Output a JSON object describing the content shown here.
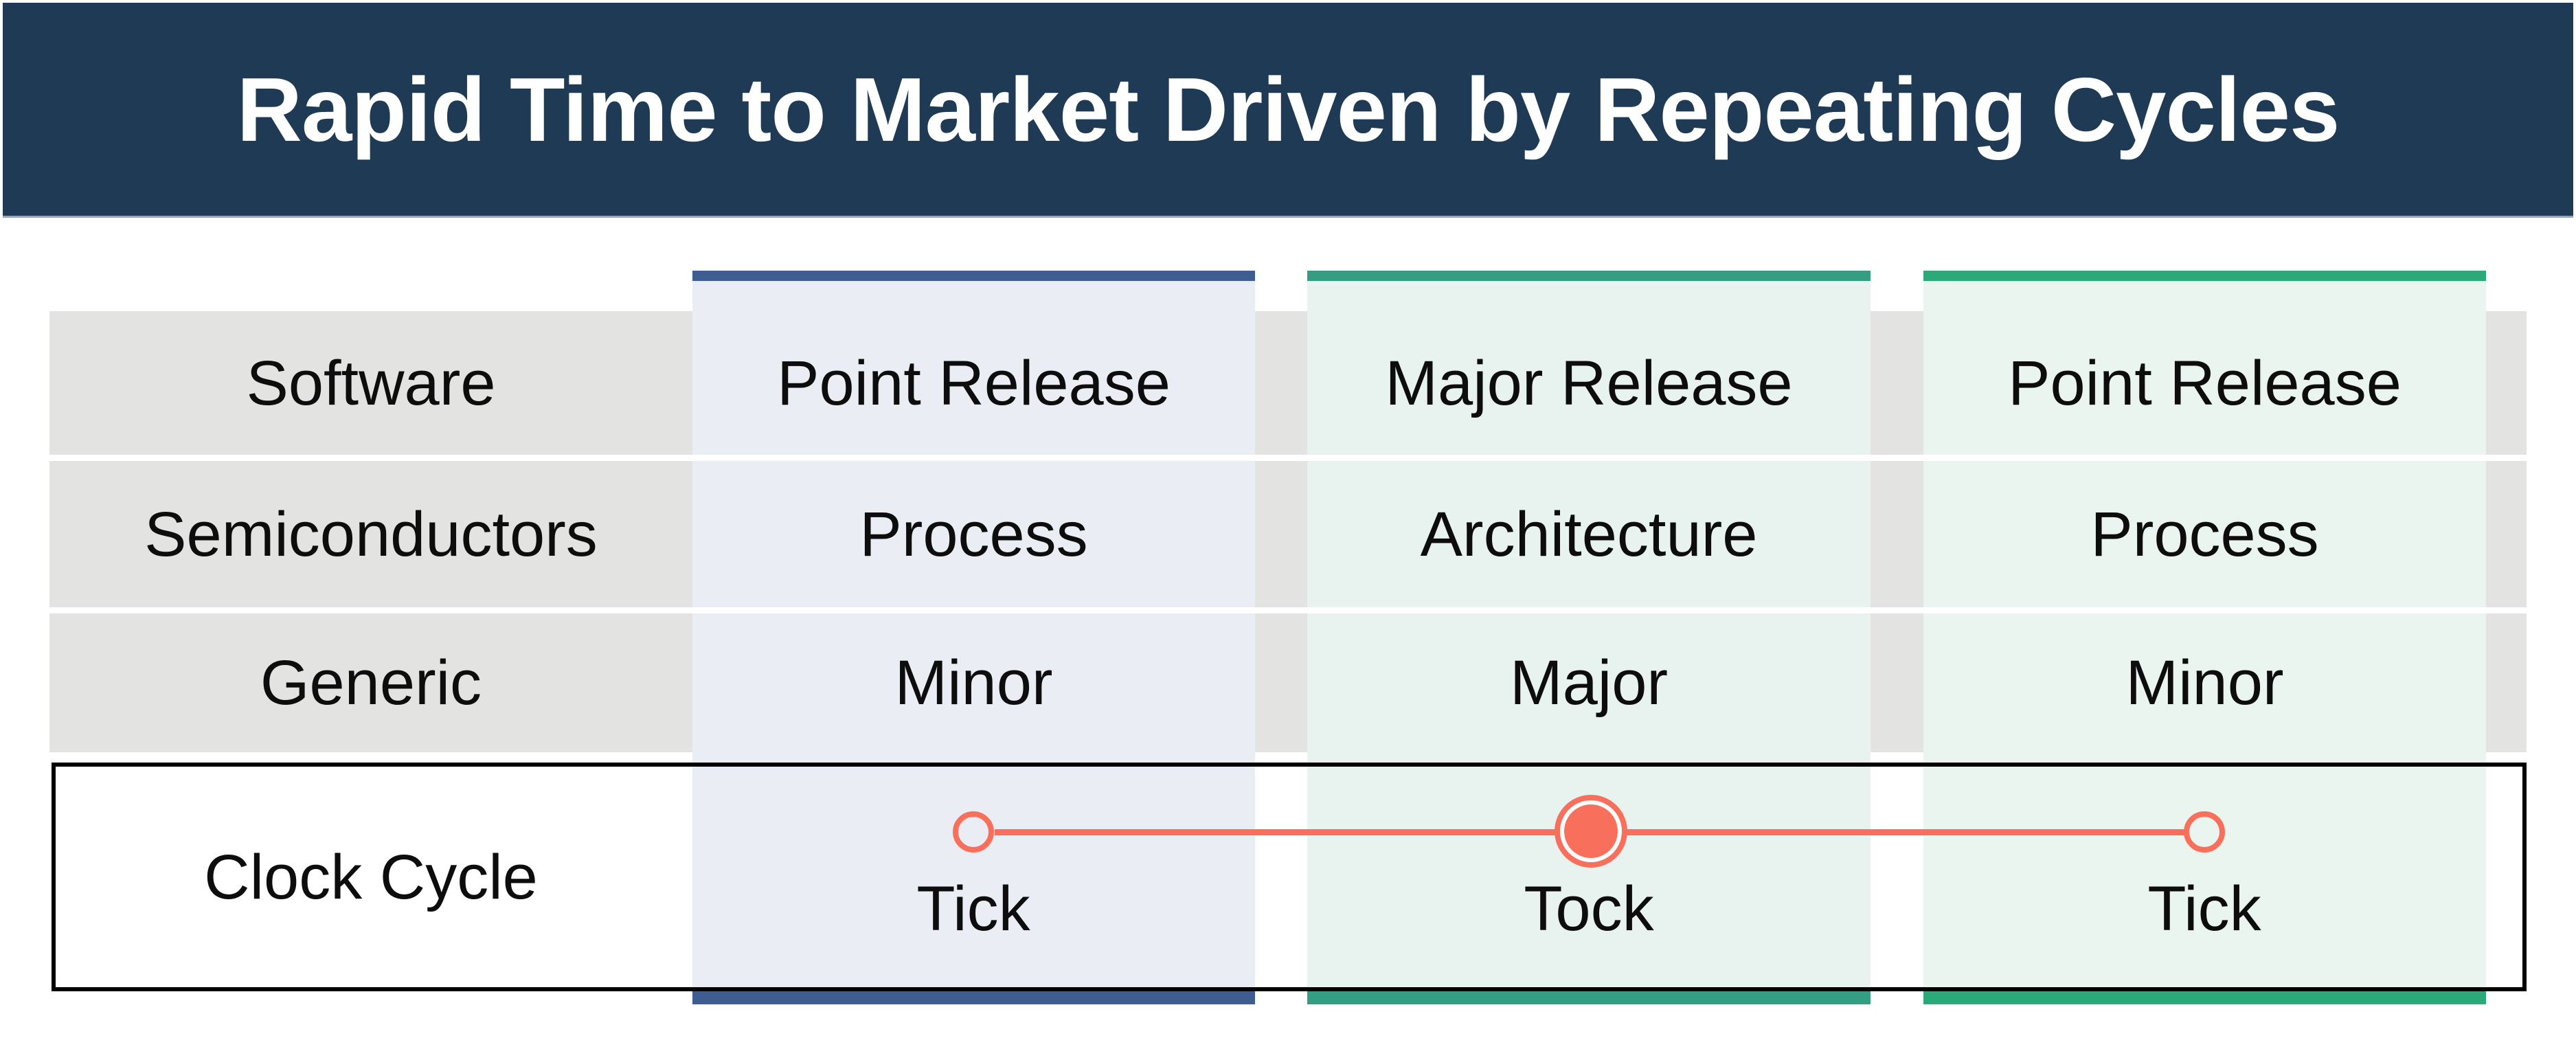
{
  "title": {
    "text": "Rapid Time to Market Driven by Repeating Cycles",
    "bg": "#1F3A55",
    "text_color": "#FFFFFF"
  },
  "rows": [
    {
      "label": "Software"
    },
    {
      "label": "Semiconductors"
    },
    {
      "label": "Generic"
    }
  ],
  "clock": {
    "label": "Clock Cycle"
  },
  "columns": [
    {
      "accent": "#3D5D93",
      "body": "#EAEDF4",
      "cells": [
        "Point Release",
        "Process",
        "Minor"
      ],
      "clock_label": "Tick",
      "marker": "open-circle"
    },
    {
      "accent": "#359E82",
      "body": "#E8F3F0",
      "cells": [
        "Major Release",
        "Architecture",
        "Major"
      ],
      "clock_label": "Tock",
      "marker": "filled-circle"
    },
    {
      "accent": "#2BA978",
      "body": "#E9F5EE",
      "cells": [
        "Point Release",
        "Process",
        "Minor"
      ],
      "clock_label": "Tick",
      "marker": "open-circle"
    }
  ],
  "timeline": {
    "color": "#F8705C"
  },
  "colors": {
    "background": "#FFFFFF",
    "row_band": "#E3E3E2",
    "box_border": "#000000",
    "text": "#0D0D0D"
  }
}
